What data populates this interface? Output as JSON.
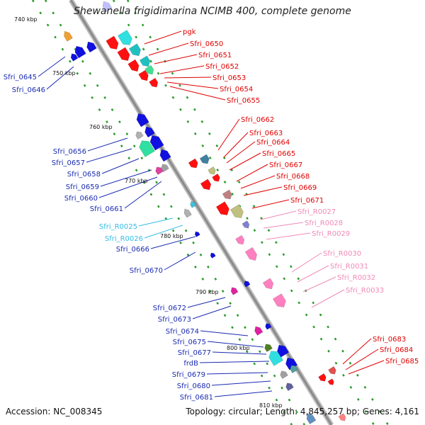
{
  "title": "Shewanella frigidimarina NCIMB 400, complete genome",
  "accession_text": "Accession: NC_008345",
  "summary_text": "Topology: circular; Length: 4,845,257 bp; Genes: 4,161",
  "colors": {
    "left_blue_label": "#1a2bb0",
    "right_red_label": "#e00000",
    "pink_label": "#f08ab8",
    "cyan_label": "#33bde6",
    "backbone": "#8a8a8a",
    "tick_green": "#2a9a2a"
  },
  "kbp_labels": [
    {
      "text": "740 kbp"
    },
    {
      "text": "750 kbp"
    },
    {
      "text": "760 kbp"
    },
    {
      "text": "770 kbp"
    },
    {
      "text": "780 kbp"
    },
    {
      "text": "790 kbp"
    },
    {
      "text": "800 kbp"
    },
    {
      "text": "810 kbp"
    }
  ],
  "left_labels": [
    {
      "name": "Sfri_0645",
      "color": "blue"
    },
    {
      "name": "Sfri_0646",
      "color": "blue"
    },
    {
      "name": "Sfri_0656",
      "color": "blue"
    },
    {
      "name": "Sfri_0657",
      "color": "blue"
    },
    {
      "name": "Sfri_0658",
      "color": "blue"
    },
    {
      "name": "Sfri_0659",
      "color": "blue"
    },
    {
      "name": "Sfri_0660",
      "color": "blue"
    },
    {
      "name": "Sfri_0661",
      "color": "blue"
    },
    {
      "name": "Sfri_R0025",
      "color": "cyan"
    },
    {
      "name": "Sfri_R0026",
      "color": "cyan"
    },
    {
      "name": "Sfri_0666",
      "color": "blue"
    },
    {
      "name": "Sfri_0670",
      "color": "blue"
    },
    {
      "name": "Sfri_0672",
      "color": "blue"
    },
    {
      "name": "Sfri_0673",
      "color": "blue"
    },
    {
      "name": "Sfri_0674",
      "color": "blue"
    },
    {
      "name": "Sfri_0675",
      "color": "blue"
    },
    {
      "name": "Sfri_0677",
      "color": "blue"
    },
    {
      "name": "frdB",
      "color": "blue"
    },
    {
      "name": "Sfri_0679",
      "color": "blue"
    },
    {
      "name": "Sfri_0680",
      "color": "blue"
    },
    {
      "name": "Sfri_0681",
      "color": "blue"
    }
  ],
  "right_labels": [
    {
      "name": "pgk",
      "color": "red"
    },
    {
      "name": "Sfri_0650",
      "color": "red"
    },
    {
      "name": "Sfri_0651",
      "color": "red"
    },
    {
      "name": "Sfri_0652",
      "color": "red"
    },
    {
      "name": "Sfri_0653",
      "color": "red"
    },
    {
      "name": "Sfri_0654",
      "color": "red"
    },
    {
      "name": "Sfri_0655",
      "color": "red"
    },
    {
      "name": "Sfri_0662",
      "color": "red"
    },
    {
      "name": "Sfri_0663",
      "color": "red"
    },
    {
      "name": "Sfri_0664",
      "color": "red"
    },
    {
      "name": "Sfri_0665",
      "color": "red"
    },
    {
      "name": "Sfri_0667",
      "color": "red"
    },
    {
      "name": "Sfri_0668",
      "color": "red"
    },
    {
      "name": "Sfri_0669",
      "color": "red"
    },
    {
      "name": "Sfri_0671",
      "color": "red"
    },
    {
      "name": "Sfri_R0027",
      "color": "pink"
    },
    {
      "name": "Sfri_R0028",
      "color": "pink"
    },
    {
      "name": "Sfri_R0029",
      "color": "pink"
    },
    {
      "name": "Sfri_R0030",
      "color": "pink"
    },
    {
      "name": "Sfri_R0031",
      "color": "pink"
    },
    {
      "name": "Sfri_R0032",
      "color": "pink"
    },
    {
      "name": "Sfri_R0033",
      "color": "pink"
    },
    {
      "name": "Sfri_0683",
      "color": "red"
    },
    {
      "name": "Sfri_0684",
      "color": "red"
    },
    {
      "name": "Sfri_0685",
      "color": "red"
    }
  ]
}
